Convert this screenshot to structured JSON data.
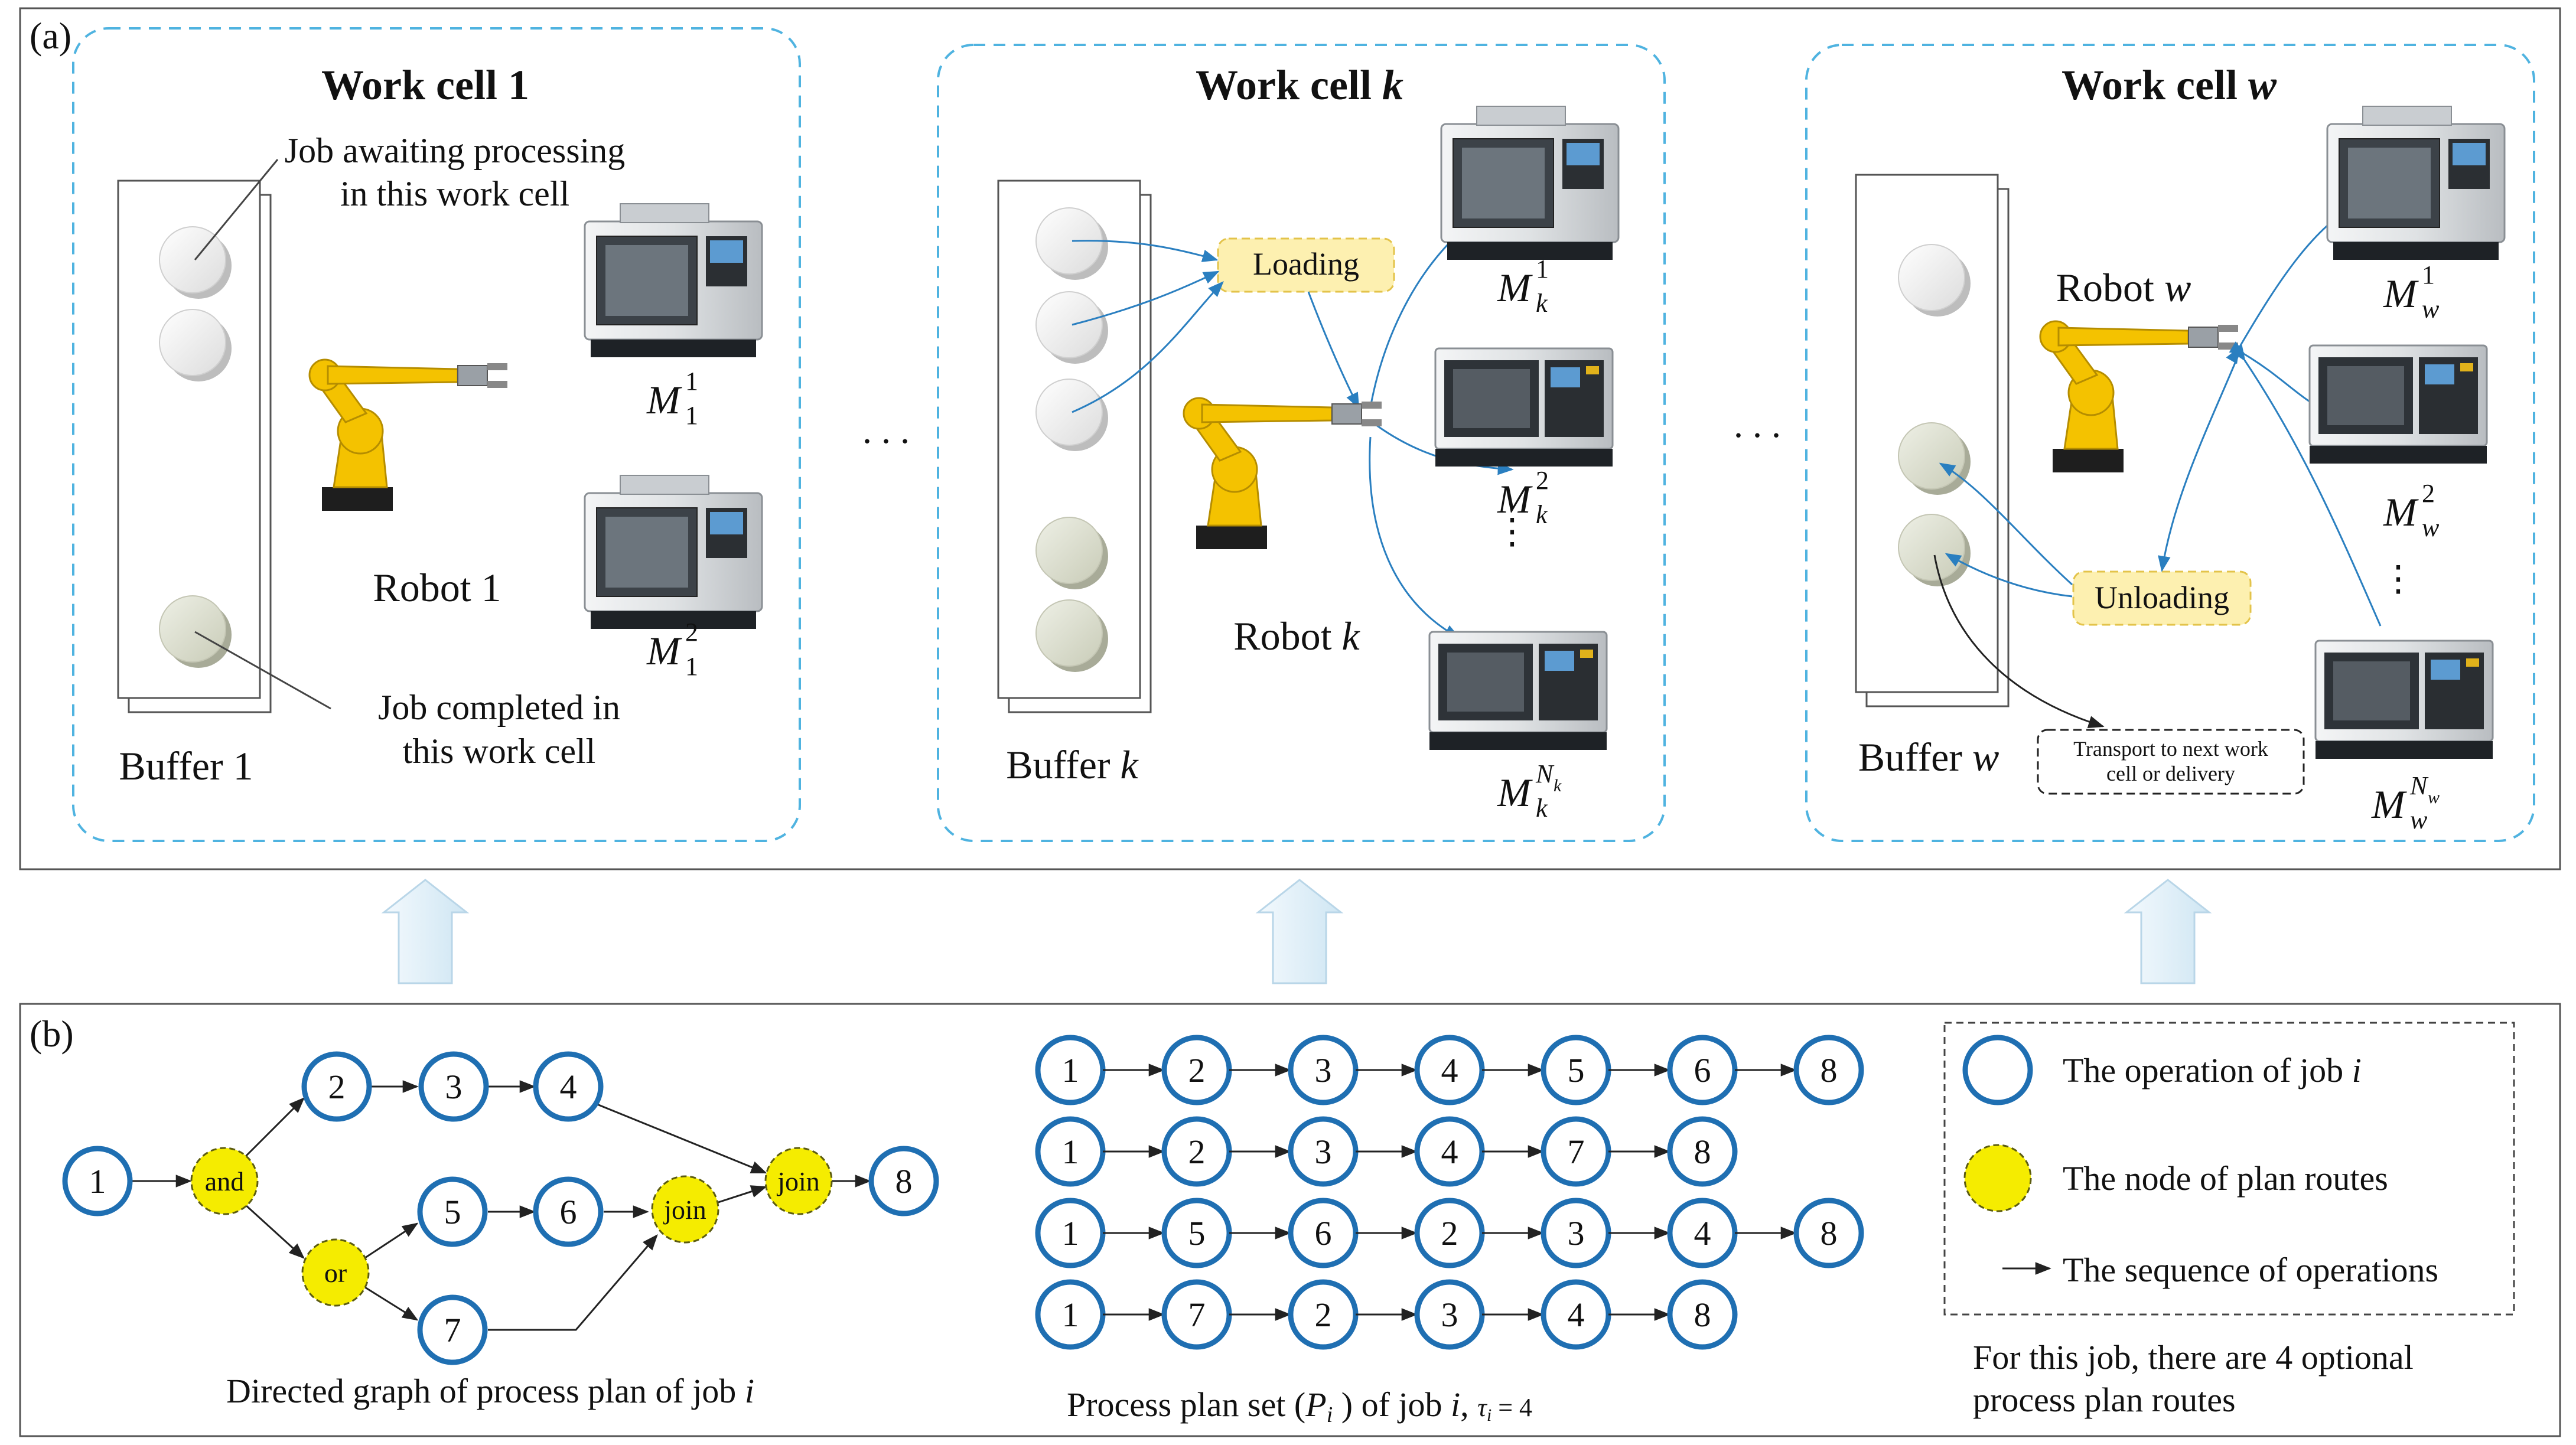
{
  "panel_a": {
    "label": "(a)",
    "cells": [
      {
        "title": "Work cell 1",
        "buffer_label": "Buffer 1",
        "robot_label": "Robot 1",
        "machines": [
          {
            "base": "M",
            "sub": "1",
            "sup": "1"
          },
          {
            "base": "M",
            "sub": "1",
            "sup": "2"
          }
        ]
      },
      {
        "title_prefix": "Work cell ",
        "title_var": "k",
        "buffer_prefix": "Buffer ",
        "buffer_var": "k",
        "robot_prefix": "Robot ",
        "robot_var": "k",
        "loading": "Loading",
        "machines": [
          {
            "base": "M",
            "sub": "k",
            "sup": "1"
          },
          {
            "base": "M",
            "sub": "k",
            "sup": "2"
          },
          {
            "base": "M",
            "sub": "k",
            "sup": "N",
            "supsub": "k"
          }
        ]
      },
      {
        "title_prefix": "Work cell ",
        "title_var": "w",
        "buffer_prefix": "Buffer ",
        "buffer_var": "w",
        "robot_prefix": "Robot ",
        "robot_var": "w",
        "unloading": "Unloading",
        "transport_line1": "Transport to next work",
        "transport_line2": "cell or delivery",
        "machines": [
          {
            "base": "M",
            "sub": "w",
            "sup": "1"
          },
          {
            "base": "M",
            "sub": "w",
            "sup": "2"
          },
          {
            "base": "M",
            "sub": "w",
            "sup": "N",
            "supsub": "w"
          }
        ]
      }
    ],
    "annot_waiting_line1": "Job awaiting processing",
    "annot_waiting_line2": "in this work  cell",
    "annot_completed_line1": "Job completed  in",
    "annot_completed_line2": "this work  cell",
    "ellipsis": ". . ."
  },
  "panel_b": {
    "label": "(b)",
    "graph_caption_prefix": "Directed graph of process plan of job ",
    "graph_caption_var": "i",
    "graph_nodes": [
      "1",
      "and",
      "2",
      "3",
      "4",
      "or",
      "5",
      "6",
      "7",
      "join",
      "join",
      "8"
    ],
    "plans_caption_text": "Process plan set (",
    "plans_caption_var": "P",
    "plans_caption_sub": "i",
    "plans_caption_mid": " ) of job ",
    "plans_caption_var2": "i",
    "plans_caption_tau": "τ",
    "plans_caption_tau_sub": "i",
    "plans_caption_eq": " = 4",
    "plans": [
      [
        "1",
        "2",
        "3",
        "4",
        "5",
        "6",
        "8"
      ],
      [
        "1",
        "2",
        "3",
        "4",
        "7",
        "8"
      ],
      [
        "1",
        "5",
        "6",
        "2",
        "3",
        "4",
        "8"
      ],
      [
        "1",
        "7",
        "2",
        "3",
        "4",
        "8"
      ]
    ],
    "legend": {
      "operation_prefix": "The operation of job ",
      "operation_var": "i",
      "node": "The node of plan routes",
      "sequence": "The sequence of operations"
    },
    "note_line1": "For this job, there are 4 optional",
    "note_line2": "process plan routes"
  },
  "colors": {
    "node_stroke": "#1f6fb2",
    "plan_node_fill": "#f5ec00",
    "dashed_cell": "#4fb3e0",
    "label_box_fill": "#fdf0b0",
    "label_box_stroke": "#e3c34a",
    "arrow_blue": "#2a7fc0",
    "up_arrow_fill": "#e3f1f9"
  }
}
